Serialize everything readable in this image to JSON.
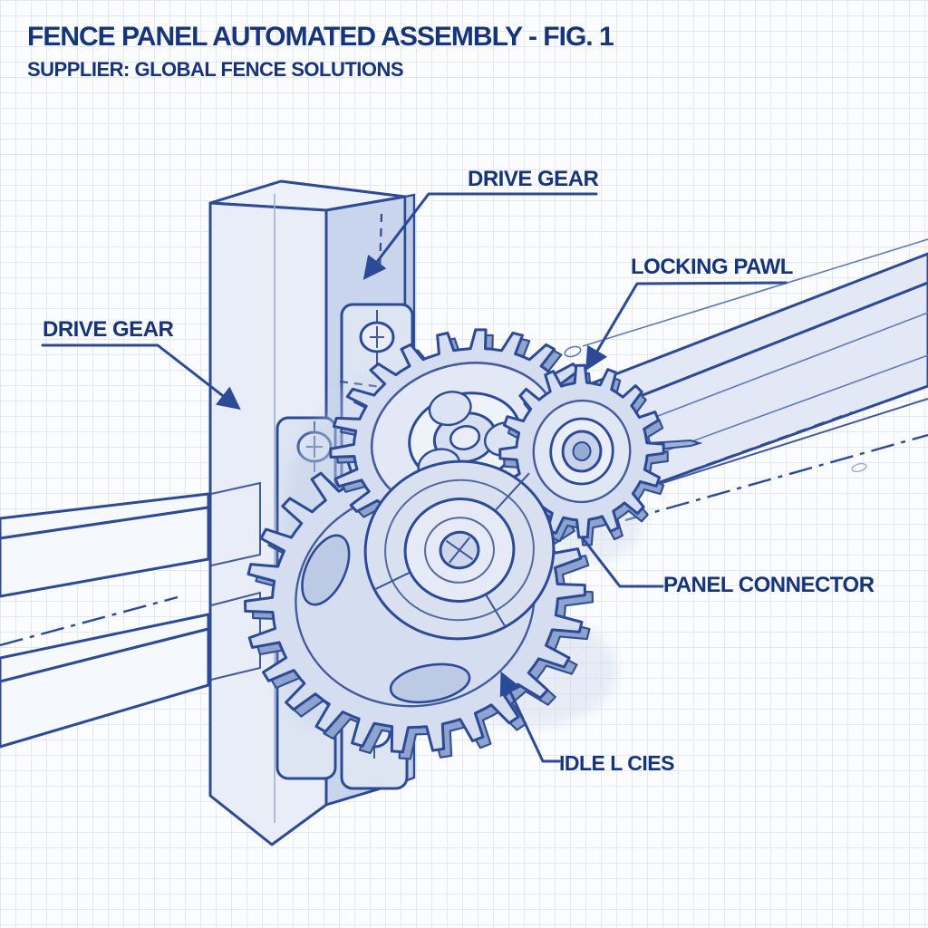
{
  "header": {
    "title": "FENCE PANEL AUTOMATED ASSEMBLY - FIG. 1",
    "subtitle": "SUPPLIER: GLOBAL FENCE SOLUTIONS"
  },
  "labels": [
    {
      "id": "drive-gear-top",
      "text": "DRIVE GEAR"
    },
    {
      "id": "drive-gear-left",
      "text": "DRIVE GEAR"
    },
    {
      "id": "locking-pawl",
      "text": "LOCKING PAWL"
    },
    {
      "id": "panel-connector",
      "text": "PANEL CONNECTOR"
    },
    {
      "id": "idler-gears",
      "text": "IDLE L CIES"
    }
  ],
  "colors": {
    "text_navy": "#16347b",
    "line_blue": "#2c4a96",
    "fill_light": "#d5def0",
    "grid": "#e4e9f1",
    "paper": "#fbfcfe"
  }
}
